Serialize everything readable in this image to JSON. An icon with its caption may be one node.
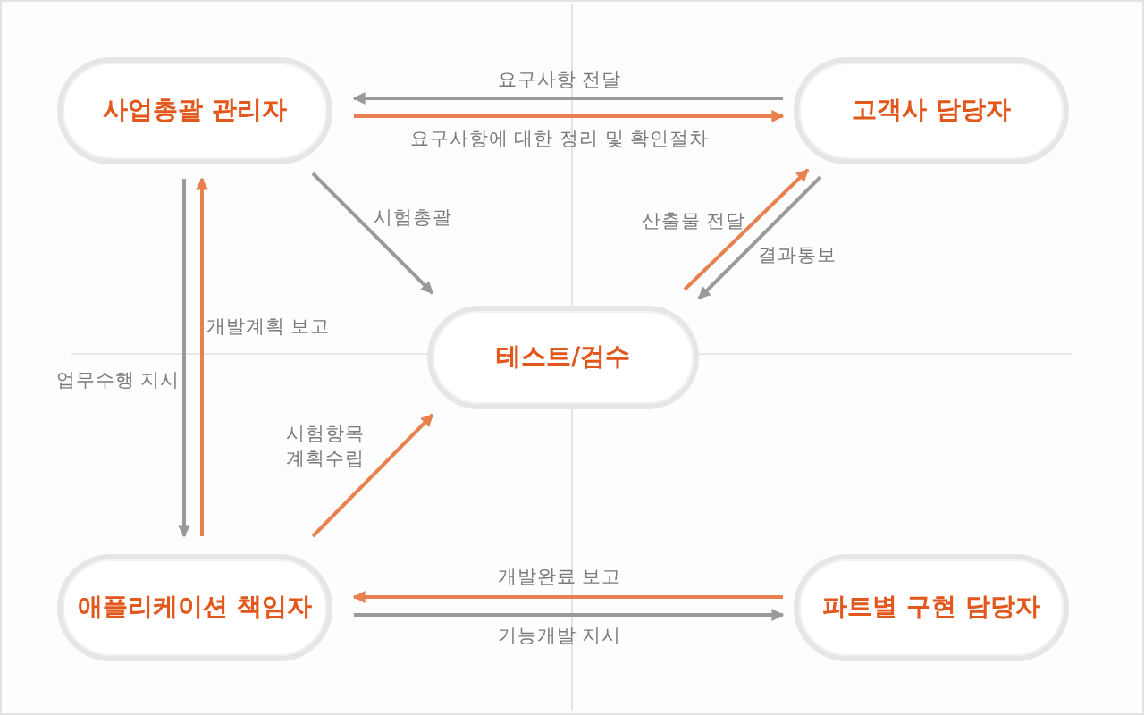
{
  "diagram": {
    "nodes": [
      {
        "text": [
          "사업총괄 관리자"
        ]
      },
      {
        "text": [
          "고객사 담당자"
        ]
      },
      {
        "text": [
          "테스트/검수"
        ]
      },
      {
        "text": [
          "애플리케이션 책임자"
        ]
      },
      {
        "text": [
          "파트별 구현 담당자"
        ]
      }
    ],
    "edges": [
      {
        "from": 1,
        "to": 0,
        "arrow": "to",
        "label": "요구사항 전달"
      },
      {
        "from": 0,
        "to": 1,
        "arrow": "to",
        "label": "요구사항에 대한 정리 및 확인절차",
        "color": "#e8804f"
      },
      {
        "from": 0,
        "to": 2,
        "arrow": "to",
        "label": "시험총괄"
      },
      {
        "from": 2,
        "to": 1,
        "arrow": "to",
        "label": "산출물 전달",
        "color": "#e8804f"
      },
      {
        "from": 1,
        "to": 2,
        "arrow": "to",
        "label": "결과통보"
      },
      {
        "from": 0,
        "to": 3,
        "arrow": "to",
        "label": "업무수행 지시"
      },
      {
        "from": 3,
        "to": 0,
        "arrow": "to",
        "label": "개발계획 보고",
        "color": "#e8804f"
      },
      {
        "from": 3,
        "to": 2,
        "arrow": "to",
        "label": "시험항목 계획수립",
        "color": "#e8804f"
      },
      {
        "from": 4,
        "to": 3,
        "arrow": "to",
        "label": "개발완료 보고",
        "color": "#e8804f"
      },
      {
        "from": 3,
        "to": 4,
        "arrow": "to",
        "label": "기능개발 지시"
      }
    ]
  }
}
